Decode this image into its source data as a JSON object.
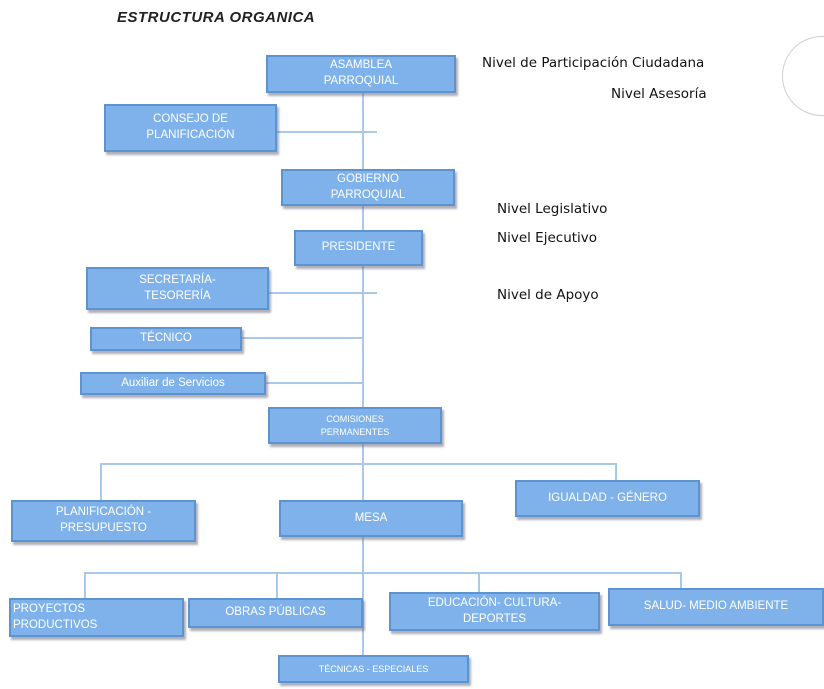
{
  "title": "ESTRUCTURA ORGANICA",
  "levels": {
    "participacion": "Nivel de Participación Ciudadana",
    "asesoria": "Nivel Asesoría",
    "legislativo": "Nivel Legislativo",
    "ejecutivo": "Nivel Ejecutivo",
    "apoyo": "Nivel de Apoyo"
  },
  "boxes": {
    "asamblea": "ASAMBLEA\nPARROQUIAL",
    "consejo": "CONSEJO DE\nPLANIFICACIÓN",
    "gobierno": "GOBIERNO\nPARROQUIAL",
    "presidente": "PRESIDENTE",
    "secretaria": "SECRETARÍA-\nTESORERÍA",
    "tecnico": "TÉCNICO",
    "auxiliar": "Auxiliar de Servicios",
    "comisiones": "COMISIONES\nPERMANENTES",
    "planificacion": "PLANIFICACIÓN -\nPRESUPUESTO",
    "mesa": "MESA",
    "igualdad": "IGUALDAD - GÉNERO",
    "proyectos": "PROYECTOS\nPRODUCTIVOS",
    "obras": "OBRAS PÚBLICAS",
    "educacion": "EDUCACIÓN- CULTURA-\nDEPORTES",
    "salud": "SALUD- MEDIO AMBIENTE",
    "tecnicas": "TÉCNICAS - ESPECIALES"
  },
  "colors": {
    "box_fill": "#7fb2ea",
    "box_border": "#5d93cf",
    "connector": "#a9c9e8"
  }
}
